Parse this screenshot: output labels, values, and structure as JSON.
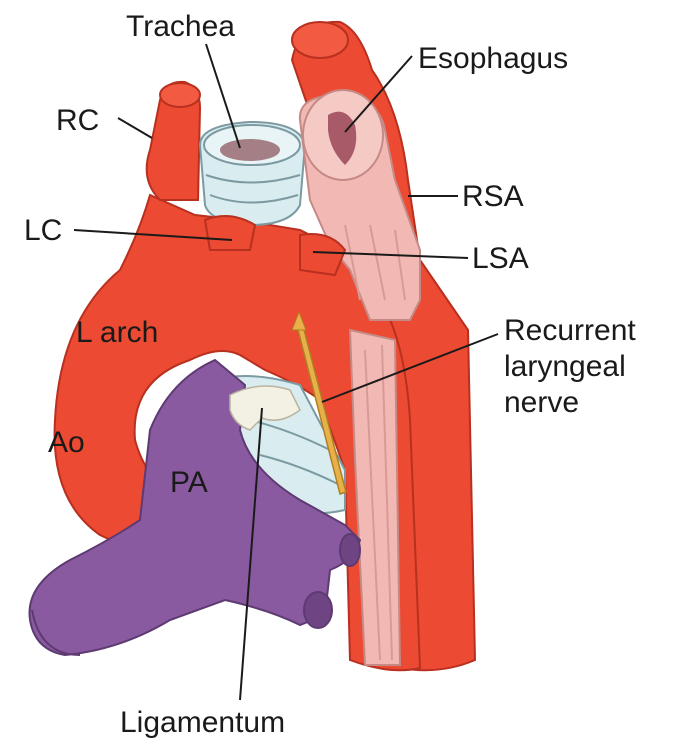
{
  "labels": {
    "trachea": "Trachea",
    "esophagus": "Esophagus",
    "rc": "RC",
    "rsa": "RSA",
    "lc": "LC",
    "lsa": "LSA",
    "l_arch": "L arch",
    "recurrent_laryngeal_nerve": [
      "Recurrent",
      "laryngeal",
      "nerve"
    ],
    "ao": "Ao",
    "pa": "PA",
    "ligamentum": "Ligamentum"
  },
  "colors": {
    "aorta": "#ec4a32",
    "aorta_dark": "#b8301f",
    "pulmonary_artery": "#8a5aa0",
    "pulmonary_artery_dark": "#5e3a72",
    "esophagus": "#f2b9b4",
    "esophagus_lumen": "#a85a68",
    "trachea": "#d9ecef",
    "trachea_lumen": "#a57f86",
    "nerve": "#e8b04a",
    "ligament": "#f3f0e4"
  }
}
